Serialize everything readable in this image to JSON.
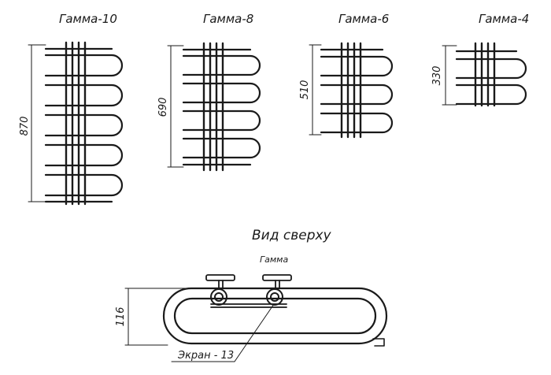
{
  "models": [
    {
      "title": "Гамма-10",
      "height_mm": "870",
      "loops": 5
    },
    {
      "title": "Гамма-8",
      "height_mm": "690",
      "loops": 4
    },
    {
      "title": "Гамма-6",
      "height_mm": "510",
      "loops": 3
    },
    {
      "title": "Гамма-4",
      "height_mm": "330",
      "loops": 2
    }
  ],
  "top_view": {
    "title": "Вид сверху",
    "model_label": "Гамма",
    "depth_mm": "116",
    "screen_label": "Экран - 13"
  }
}
